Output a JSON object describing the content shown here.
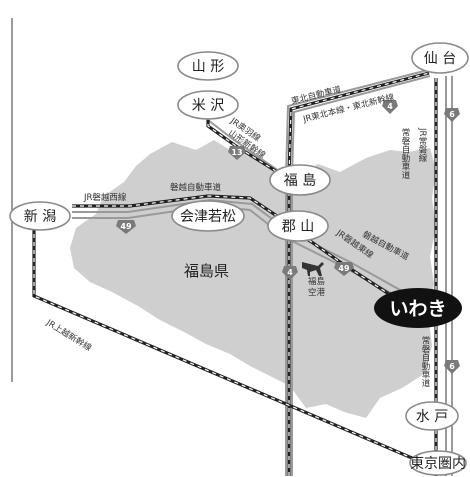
{
  "map": {
    "prefecture_label": "福島県",
    "cities": {
      "yamagata": "山 形",
      "yonezawa": "米 沢",
      "fukushima": "福 島",
      "koriyama": "郡 山",
      "aizu": "会津若松",
      "niigata": "新 潟",
      "sendai": "仙 台",
      "iwaki": "いわき",
      "mito": "水 戸",
      "tokyo": "東京圏内"
    },
    "airport": {
      "line1": "福島",
      "line2": "空港"
    },
    "routes": {
      "tohoku_expressway": "東北自動車道",
      "tohoku_main_shinkansen": "JR東北本線・東北新幹線",
      "ou_line_1": "JR奥羽線",
      "ou_line_2": "山形新幹線",
      "banetsu_west": "JR磐越西線",
      "banetsu_expressway_w": "磐越自動車道",
      "banetsu_east": "JR磐越東線",
      "banetsu_expressway_e": "磐越自動車道",
      "joban_line": "JR常磐線",
      "joban_expressway_north": "常磐自動車道",
      "joban_expressway_south": "常磐自動車道",
      "joetsu_shinkansen": "JR上越新幹線"
    },
    "shields": {
      "tohoku_north": "4",
      "tohoku_south": "4",
      "tohoku_yonezawa": "13",
      "banetsu_west": "49",
      "banetsu_east": "49",
      "joban_north": "6",
      "joban_south": "6"
    },
    "colors": {
      "land": "#cfcfcf",
      "rail": "#222222",
      "highway": "#9a9a9a",
      "shield": "#7a7a7a",
      "highlight": "#111111"
    }
  }
}
